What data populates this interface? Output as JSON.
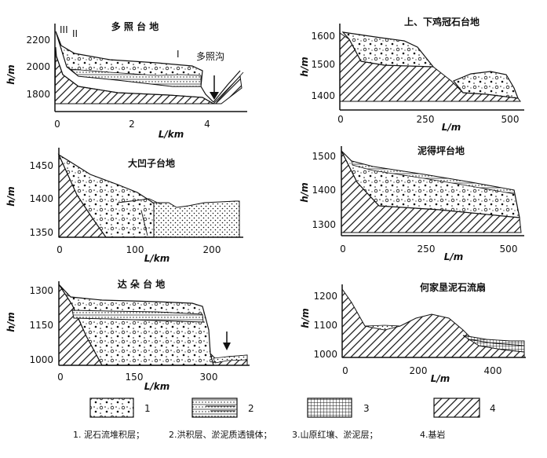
{
  "panels": [
    {
      "id": "duozhao",
      "title": "多 照 台 地",
      "y_label": "h/m",
      "x_label": "L/km",
      "y_ticks": [
        "2200",
        "2000",
        "1800"
      ],
      "x_ticks": [
        "0",
        "2",
        "4"
      ],
      "annotations": [
        "III",
        "II",
        "I",
        "多照沟"
      ]
    },
    {
      "id": "shangxia",
      "title": "上、下鸡冠石台地",
      "y_label": "h/m",
      "x_label": "L/m",
      "y_ticks": [
        "1600",
        "1500",
        "1400"
      ],
      "x_ticks": [
        "0",
        "250",
        "500"
      ]
    },
    {
      "id": "daaozi",
      "title": "大凹子台地",
      "y_label": "h/m",
      "x_label": "L/km",
      "y_ticks": [
        "1450",
        "1400",
        "1350"
      ],
      "x_ticks": [
        "0",
        "100",
        "200"
      ]
    },
    {
      "id": "nidepeng",
      "title": "泥得坪台地",
      "y_label": "h/m",
      "x_label": "L/m",
      "y_ticks": [
        "1500",
        "1400",
        "1300"
      ],
      "x_ticks": [
        "0",
        "250",
        "500"
      ]
    },
    {
      "id": "daduo",
      "title": "达 朵 台 地",
      "y_label": "h/m",
      "x_label": "L/km",
      "y_ticks": [
        "1300",
        "1150",
        "1000"
      ],
      "x_ticks": [
        "0",
        "150",
        "300"
      ]
    },
    {
      "id": "hejiaying",
      "title": "何家垦泥石流扇",
      "y_label": "h/m",
      "x_label": "L/m",
      "y_ticks": [
        "1200",
        "1100",
        "1000"
      ],
      "x_ticks": [
        "0",
        "200",
        "400"
      ]
    }
  ],
  "legend": {
    "items": [
      {
        "number": "1",
        "pattern": "debris-dots"
      },
      {
        "number": "2",
        "pattern": "alluvial-dots-lines"
      },
      {
        "number": "3",
        "pattern": "grid"
      },
      {
        "number": "4",
        "pattern": "hatch"
      }
    ],
    "caption": [
      "1. 泥石流堆积层；",
      "2.洪积层、淤泥质透镜体；",
      "3.山原红壤、淤泥层；",
      "4.基岩"
    ]
  }
}
